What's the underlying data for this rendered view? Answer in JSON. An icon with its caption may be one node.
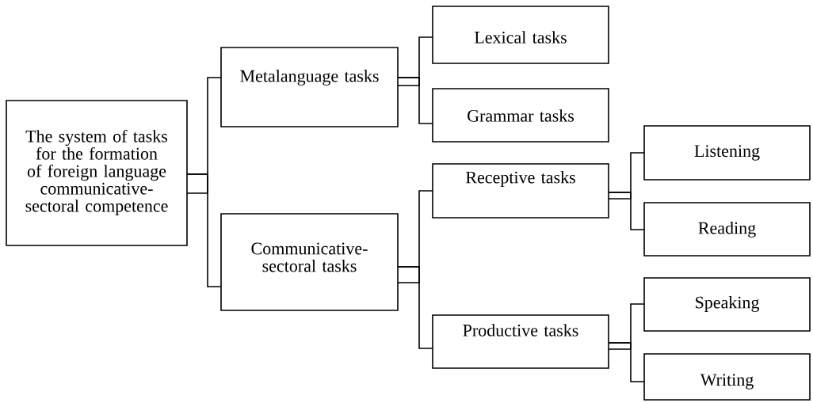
{
  "diagram": {
    "nodes": [
      {
        "text": [
          "The system of tasks for the formation of foreign language communicative-sectoral competence"
        ]
      },
      {
        "text": [
          "Metalanguage tasks"
        ]
      },
      {
        "text": [
          "Communicative-sectoral tasks"
        ]
      },
      {
        "text": [
          "Lexical tasks"
        ]
      },
      {
        "text": [
          "Grammar tasks"
        ]
      },
      {
        "text": [
          "Receptive tasks"
        ]
      },
      {
        "text": [
          "Productive tasks"
        ]
      },
      {
        "text": [
          "Listening"
        ]
      },
      {
        "text": [
          "Reading"
        ]
      },
      {
        "text": [
          "Speaking"
        ]
      },
      {
        "text": [
          "Writing"
        ]
      }
    ],
    "edges": [
      {
        "from": 0,
        "to": 1,
        "arrow": "none"
      },
      {
        "from": 0,
        "to": 2,
        "arrow": "none"
      },
      {
        "from": 1,
        "to": 3,
        "arrow": "none"
      },
      {
        "from": 1,
        "to": 4,
        "arrow": "none"
      },
      {
        "from": 2,
        "to": 5,
        "arrow": "none"
      },
      {
        "from": 2,
        "to": 6,
        "arrow": "none"
      },
      {
        "from": 5,
        "to": 7,
        "arrow": "none"
      },
      {
        "from": 5,
        "to": 8,
        "arrow": "none"
      },
      {
        "from": 6,
        "to": 9,
        "arrow": "none"
      },
      {
        "from": 6,
        "to": 10,
        "arrow": "none"
      }
    ]
  }
}
